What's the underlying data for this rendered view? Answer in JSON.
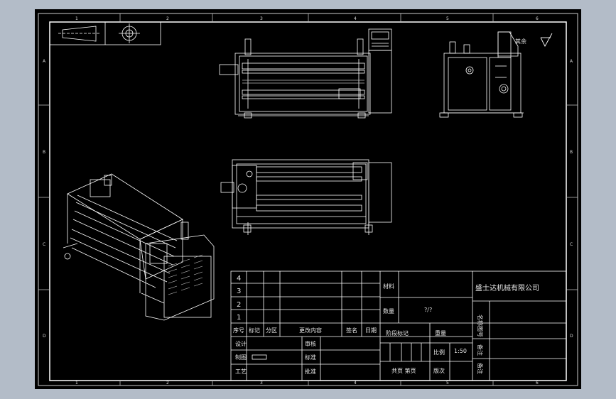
{
  "zones": {
    "top": [
      "1",
      "2",
      "3",
      "4",
      "5",
      "6"
    ],
    "bottom": [
      "1",
      "2",
      "3",
      "4",
      "5",
      "6"
    ],
    "left": [
      "A",
      "B",
      "C",
      "D"
    ],
    "right": [
      "A",
      "B",
      "C",
      "D"
    ]
  },
  "title_block": {
    "revision_rows": [
      "4",
      "3",
      "2",
      "1"
    ],
    "header": {
      "col1": "序号",
      "col2": "标记",
      "col3": "分区",
      "col4": "更改内容",
      "col5": "签名",
      "col6": "日期"
    },
    "material_label": "材料",
    "quantity_label": "数量",
    "quantity_value": "?/?",
    "stage_mark_label": "阶段标记",
    "weight_label": "重量",
    "scale_label": "比例",
    "scale_value": "1:50",
    "sheets_label": "共页 第页",
    "version_label": "版次",
    "design_label": "设计",
    "review_label": "审核",
    "drawing_label": "制图",
    "standard_label": "标准",
    "process_label": "工艺",
    "approve_label": "批准",
    "company": "盛士达机械有限公司",
    "side_labels": [
      "名称",
      "图号",
      "备注",
      "备注"
    ]
  },
  "roughness_label": "其余"
}
